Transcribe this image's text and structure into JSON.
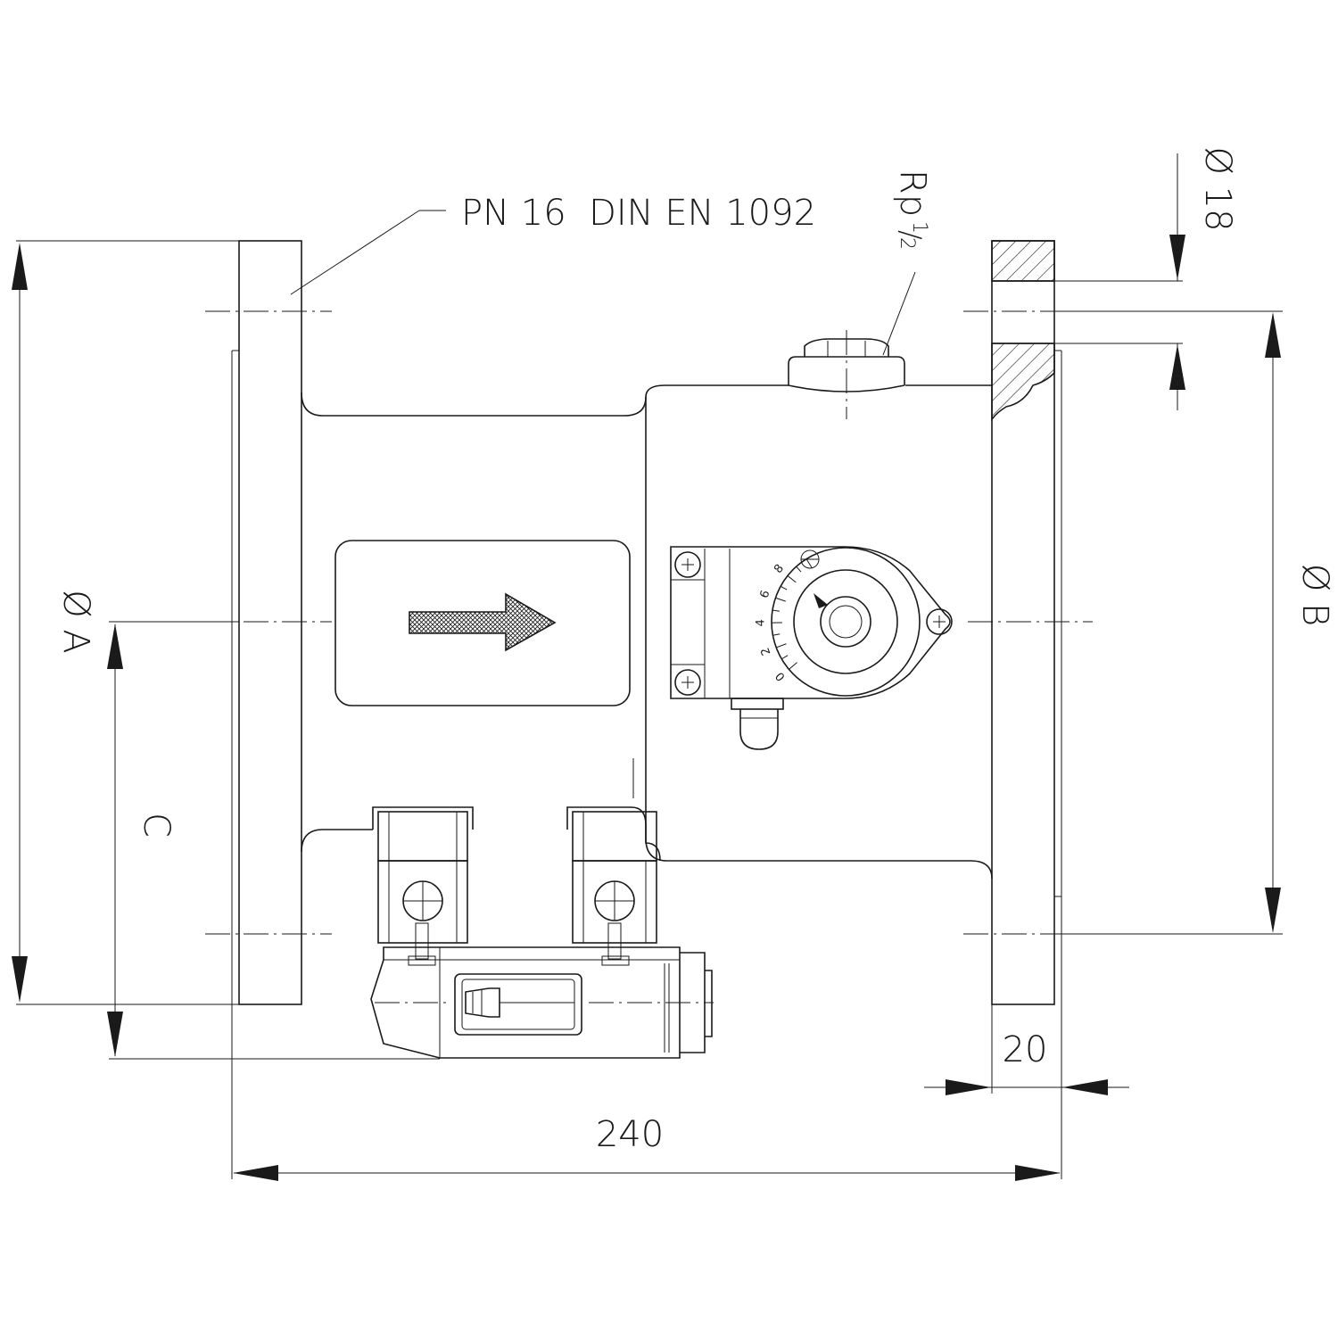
{
  "labels": {
    "flange_standard": "PN 16  DIN EN 1092",
    "port_thread_main": "Rp",
    "port_thread_sup": "1",
    "port_thread_sub": "2",
    "bolt_hole": "Ø 18",
    "dia_a": "Ø A",
    "dia_b": "Ø B",
    "dim_c": "C",
    "length": "240",
    "flange_thickness": "20"
  },
  "scale": [
    "0",
    "2",
    "4",
    "6",
    "8"
  ],
  "colors": {
    "line": "#1a1a1a",
    "background": "#ffffff"
  }
}
